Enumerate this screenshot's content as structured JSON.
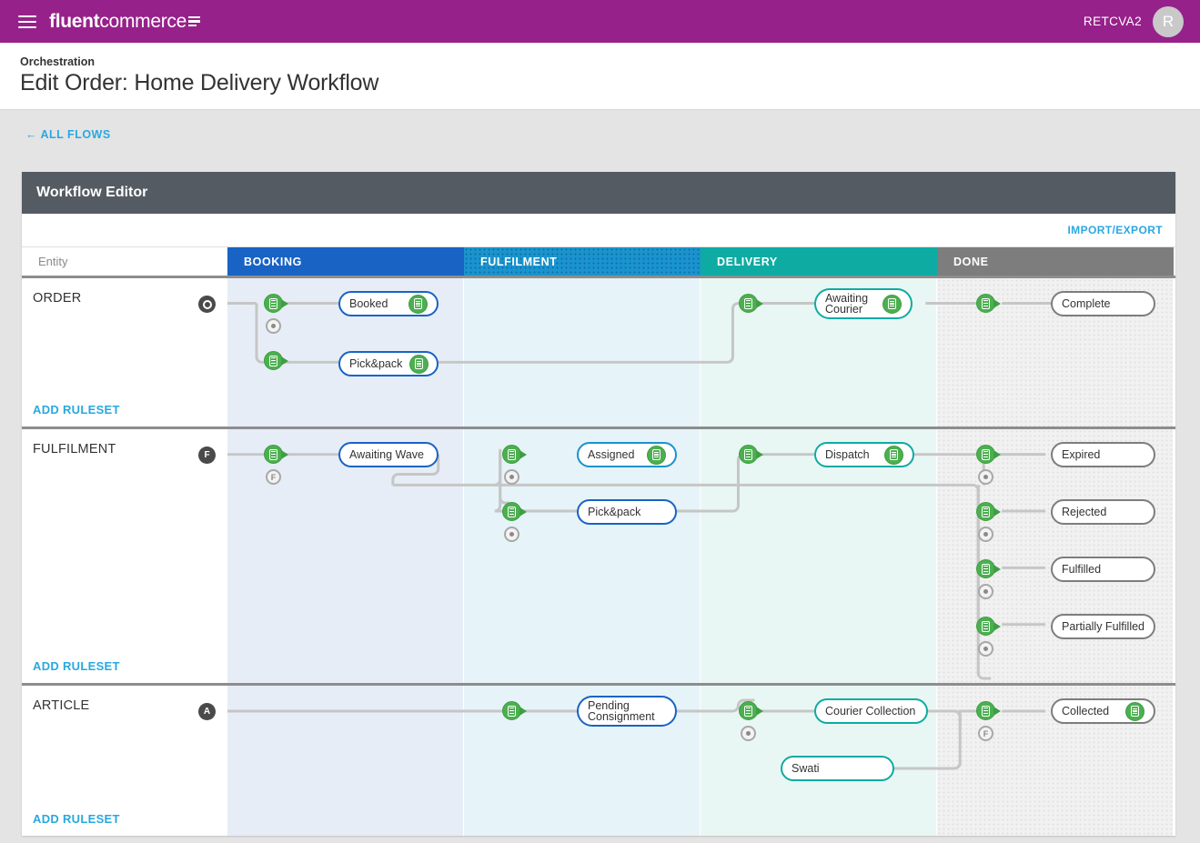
{
  "topbar": {
    "menu_icon": "hamburger-icon",
    "brand_bold": "fluent",
    "brand_thin": "commerce",
    "user_name": "RETCVA2",
    "avatar_initial": "R"
  },
  "header": {
    "eyebrow": "Orchestration",
    "title": "Edit Order: Home Delivery Workflow",
    "back_link": "← ALL FLOWS"
  },
  "panel": {
    "title": "Workflow Editor",
    "import_export": "IMPORT/EXPORT"
  },
  "columns": [
    {
      "key": "entity",
      "label": "Entity",
      "color": "#ffffff"
    },
    {
      "key": "booking",
      "label": "BOOKING",
      "color": "#1863c4"
    },
    {
      "key": "fulfilment",
      "label": "FULFILMENT",
      "color": "#1a93ce"
    },
    {
      "key": "delivery",
      "label": "DELIVERY",
      "color": "#0eaba3"
    },
    {
      "key": "done",
      "label": "DONE",
      "color": "#7d7d7d"
    }
  ],
  "lanes": [
    {
      "name": "ORDER",
      "add_ruleset": "ADD RULESET",
      "start_badge": "O",
      "nodes": [
        {
          "label": "Booked",
          "column": "booking",
          "border": "booking",
          "right_icon": true
        },
        {
          "label": "Pick&pack",
          "column": "booking",
          "border": "booking",
          "right_icon": true
        },
        {
          "label": "Awaiting\nCourier",
          "column": "delivery",
          "border": "delivery",
          "right_icon": true
        },
        {
          "label": "Complete",
          "column": "done",
          "border": "done",
          "right_icon": false
        }
      ]
    },
    {
      "name": "FULFILMENT",
      "add_ruleset": "ADD RULESET",
      "start_badge": "F",
      "nodes": [
        {
          "label": "Awaiting Wave",
          "column": "booking",
          "border": "booking",
          "right_icon": false
        },
        {
          "label": "Assigned",
          "column": "fulfilment",
          "border": "fulfilment",
          "right_icon": true
        },
        {
          "label": "Pick&pack",
          "column": "fulfilment",
          "border": "booking",
          "right_icon": false
        },
        {
          "label": "Dispatch",
          "column": "delivery",
          "border": "delivery",
          "right_icon": true
        },
        {
          "label": "Expired",
          "column": "done",
          "border": "done",
          "right_icon": false
        },
        {
          "label": "Rejected",
          "column": "done",
          "border": "done",
          "right_icon": false
        },
        {
          "label": "Fulfilled",
          "column": "done",
          "border": "done",
          "right_icon": false
        },
        {
          "label": "Partially Fulfilled",
          "column": "done",
          "border": "done",
          "right_icon": false
        }
      ]
    },
    {
      "name": "ARTICLE",
      "add_ruleset": "ADD RULESET",
      "start_badge": "A",
      "nodes": [
        {
          "label": "Pending\nConsignment",
          "column": "fulfilment",
          "border": "booking",
          "right_icon": false
        },
        {
          "label": "Courier Collection",
          "column": "delivery",
          "border": "delivery",
          "right_icon": false
        },
        {
          "label": "Swati",
          "column": "delivery",
          "border": "delivery",
          "right_icon": false
        },
        {
          "label": "Collected",
          "column": "done",
          "border": "done",
          "right_icon": true
        }
      ]
    }
  ],
  "badges": {
    "order_sub": [
      "O"
    ],
    "fulfilment_sub": [
      "F",
      "O",
      "O",
      "O",
      "O",
      "O",
      "O"
    ],
    "article_sub": [
      "O",
      "F"
    ]
  }
}
